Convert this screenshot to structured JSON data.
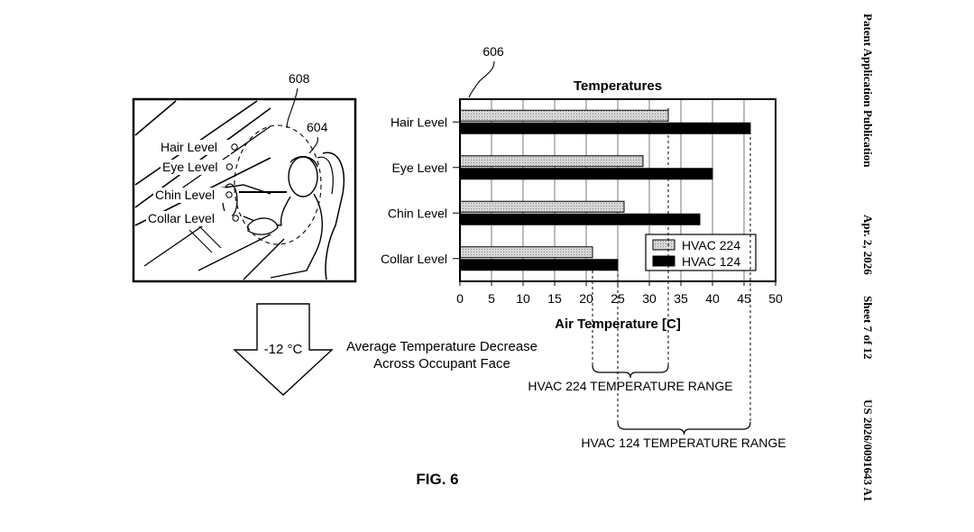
{
  "header": {
    "publication": "Patent Application Publication",
    "date": "Apr. 2, 2026",
    "sheet": "Sheet 7 of 12",
    "number": "US 2026/0091643 A1"
  },
  "figure_label": "FIG. 6",
  "refs": {
    "chart": "606",
    "zone": "608",
    "occupant": "604"
  },
  "cabin_levels": [
    "Hair Level",
    "Eye Level",
    "Chin Level",
    "Collar Level"
  ],
  "arrow": {
    "value": "-12 °C",
    "caption_line1": "Average Temperature Decrease",
    "caption_line2": "Across Occupant Face"
  },
  "ranges": {
    "hvac224": "HVAC 224 TEMPERATURE RANGE",
    "hvac124": "HVAC 124 TEMPERATURE RANGE"
  },
  "chart_data": {
    "type": "bar",
    "orientation": "horizontal",
    "title": "Temperatures",
    "xlabel": "Air Temperature [C]",
    "xlim": [
      0,
      50
    ],
    "xticks": [
      0,
      5,
      10,
      15,
      20,
      25,
      30,
      35,
      40,
      45,
      50
    ],
    "categories": [
      "Hair Level",
      "Eye Level",
      "Chin Level",
      "Collar Level"
    ],
    "series": [
      {
        "name": "HVAC 224",
        "values": [
          33,
          29,
          26,
          21
        ],
        "color": "#bdbdbd"
      },
      {
        "name": "HVAC 124",
        "values": [
          46,
          40,
          38,
          25
        ],
        "color": "#000000"
      }
    ],
    "grid": "vertical",
    "legend": "bottom-right"
  }
}
